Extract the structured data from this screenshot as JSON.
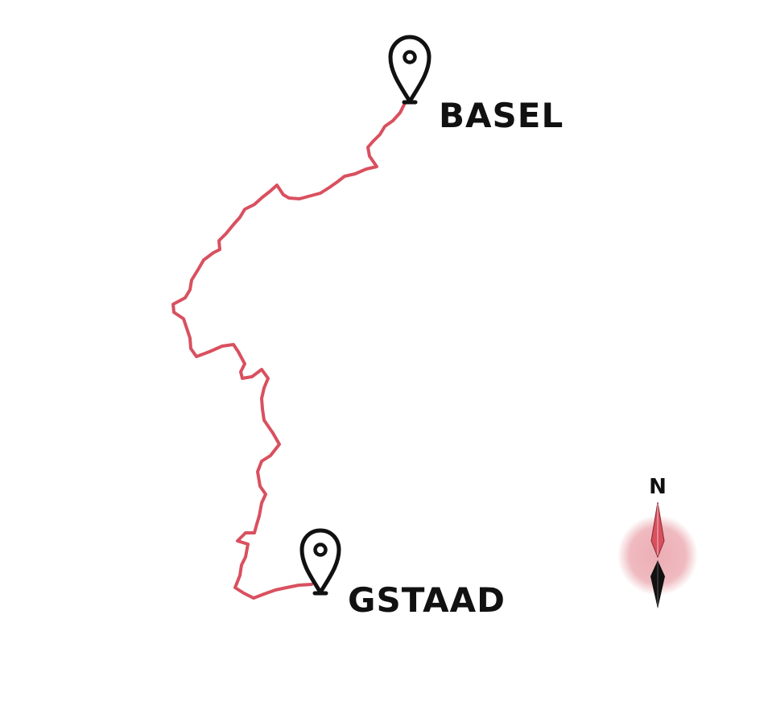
{
  "map": {
    "route_color": "#d9505f",
    "ink_color": "#111111",
    "compass_glow_color": "#eba9b0",
    "markers": [
      {
        "id": "basel",
        "label": "BASEL",
        "icon": "map-pin-icon"
      },
      {
        "id": "gstaad",
        "label": "GSTAAD",
        "icon": "map-pin-icon"
      }
    ],
    "compass": {
      "label": "N",
      "icon": "compass-rose-icon"
    }
  }
}
